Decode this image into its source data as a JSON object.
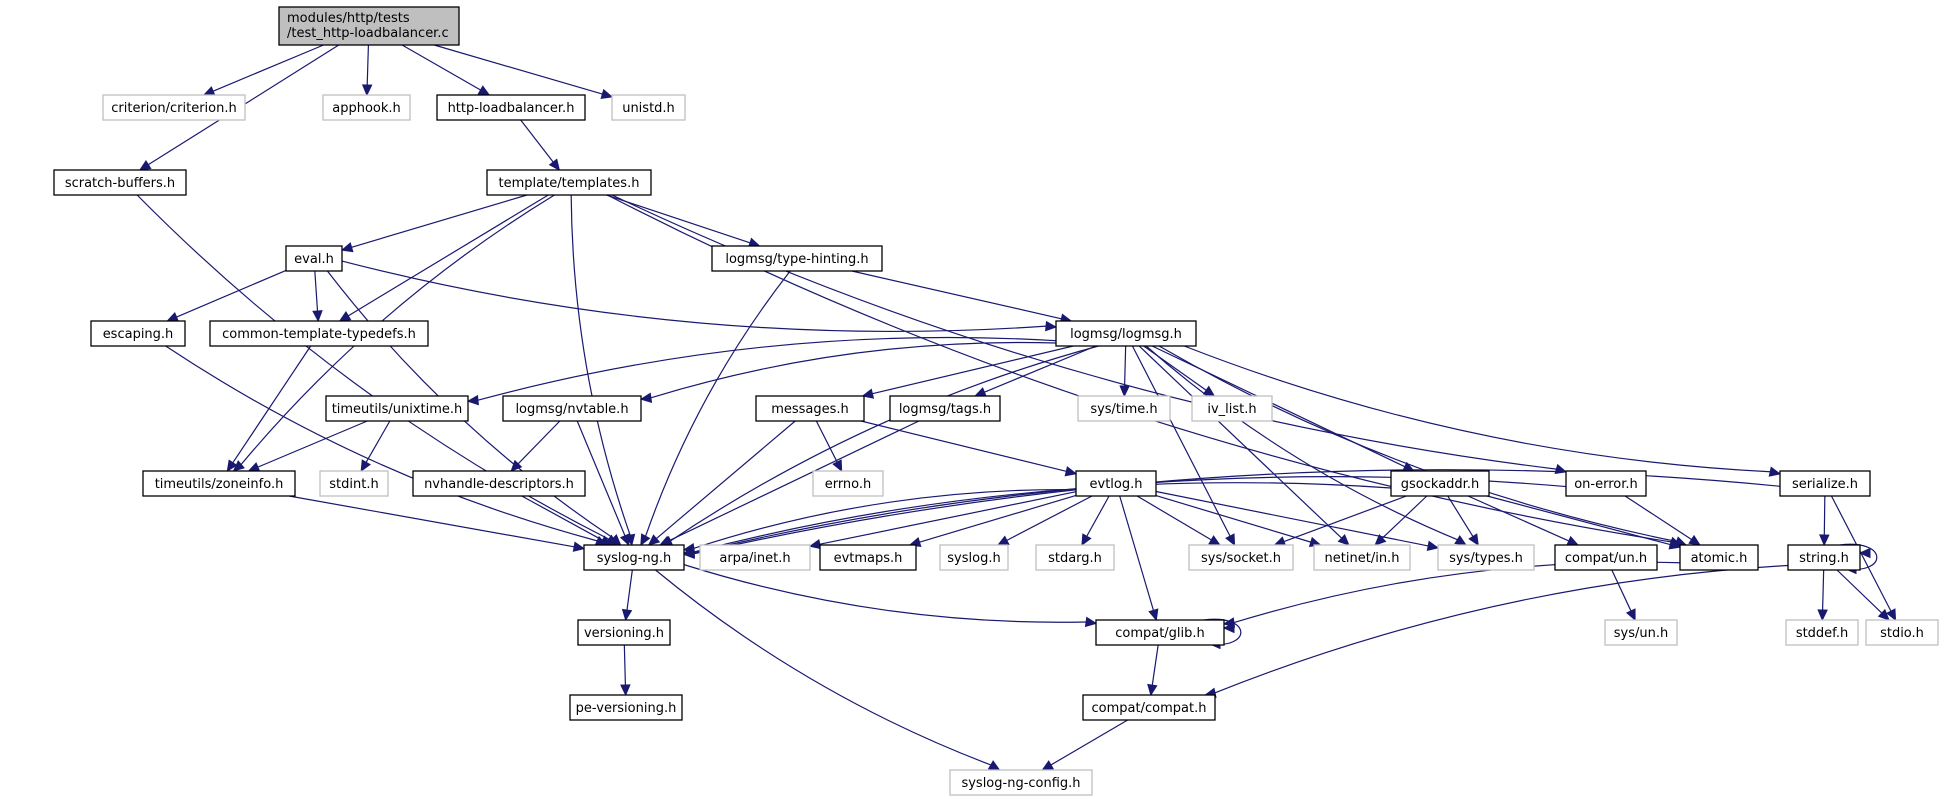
{
  "title": "modules/http/tests/test_http-loadbalancer.c include dependency graph",
  "colors": {
    "edge": "#191970",
    "root_fill": "#bfbfbf",
    "local_border": "#000000",
    "system_border": "#bfbfbf"
  },
  "nodes": [
    {
      "id": "root",
      "label": "modules/http/tests\n/test_http-loadbalancer.c",
      "kind": "root"
    },
    {
      "id": "criterion",
      "label": "criterion/criterion.h",
      "kind": "system"
    },
    {
      "id": "apphook",
      "label": "apphook.h",
      "kind": "system"
    },
    {
      "id": "httplb",
      "label": "http-loadbalancer.h",
      "kind": "local"
    },
    {
      "id": "unistd",
      "label": "unistd.h",
      "kind": "system"
    },
    {
      "id": "scratch",
      "label": "scratch-buffers.h",
      "kind": "local"
    },
    {
      "id": "templates",
      "label": "template/templates.h",
      "kind": "local"
    },
    {
      "id": "eval",
      "label": "eval.h",
      "kind": "local"
    },
    {
      "id": "typehint",
      "label": "logmsg/type-hinting.h",
      "kind": "local"
    },
    {
      "id": "escaping",
      "label": "escaping.h",
      "kind": "local"
    },
    {
      "id": "ctt",
      "label": "common-template-typedefs.h",
      "kind": "local"
    },
    {
      "id": "logmsg",
      "label": "logmsg/logmsg.h",
      "kind": "local"
    },
    {
      "id": "unixtime",
      "label": "timeutils/unixtime.h",
      "kind": "local"
    },
    {
      "id": "nvtable",
      "label": "logmsg/nvtable.h",
      "kind": "local"
    },
    {
      "id": "messages",
      "label": "messages.h",
      "kind": "local"
    },
    {
      "id": "tags",
      "label": "logmsg/tags.h",
      "kind": "local"
    },
    {
      "id": "systime",
      "label": "sys/time.h",
      "kind": "system"
    },
    {
      "id": "ivlist",
      "label": "iv_list.h",
      "kind": "system"
    },
    {
      "id": "onerror",
      "label": "on-error.h",
      "kind": "local"
    },
    {
      "id": "serialize",
      "label": "serialize.h",
      "kind": "local"
    },
    {
      "id": "zoneinfo",
      "label": "timeutils/zoneinfo.h",
      "kind": "local"
    },
    {
      "id": "stdint",
      "label": "stdint.h",
      "kind": "system"
    },
    {
      "id": "nvhandle",
      "label": "nvhandle-descriptors.h",
      "kind": "local"
    },
    {
      "id": "errno",
      "label": "errno.h",
      "kind": "system"
    },
    {
      "id": "evtlog",
      "label": "evtlog.h",
      "kind": "local"
    },
    {
      "id": "gsockaddr",
      "label": "gsockaddr.h",
      "kind": "local"
    },
    {
      "id": "syslogng",
      "label": "syslog-ng.h",
      "kind": "local"
    },
    {
      "id": "arpainet",
      "label": "arpa/inet.h",
      "kind": "system"
    },
    {
      "id": "evtmaps",
      "label": "evtmaps.h",
      "kind": "local"
    },
    {
      "id": "syslogh",
      "label": "syslog.h",
      "kind": "system"
    },
    {
      "id": "stdarg",
      "label": "stdarg.h",
      "kind": "system"
    },
    {
      "id": "syssocket",
      "label": "sys/socket.h",
      "kind": "system"
    },
    {
      "id": "netinet",
      "label": "netinet/in.h",
      "kind": "system"
    },
    {
      "id": "systypes",
      "label": "sys/types.h",
      "kind": "system"
    },
    {
      "id": "compatun",
      "label": "compat/un.h",
      "kind": "local"
    },
    {
      "id": "atomic",
      "label": "atomic.h",
      "kind": "local"
    },
    {
      "id": "string",
      "label": "string.h",
      "kind": "local"
    },
    {
      "id": "versioning",
      "label": "versioning.h",
      "kind": "local"
    },
    {
      "id": "glib",
      "label": "compat/glib.h",
      "kind": "local"
    },
    {
      "id": "sysun",
      "label": "sys/un.h",
      "kind": "system"
    },
    {
      "id": "stddef",
      "label": "stddef.h",
      "kind": "system"
    },
    {
      "id": "stdio",
      "label": "stdio.h",
      "kind": "system"
    },
    {
      "id": "peversioning",
      "label": "pe-versioning.h",
      "kind": "local"
    },
    {
      "id": "compat",
      "label": "compat/compat.h",
      "kind": "local"
    },
    {
      "id": "config",
      "label": "syslog-ng-config.h",
      "kind": "system"
    }
  ],
  "edges": [
    [
      "root",
      "criterion"
    ],
    [
      "root",
      "apphook"
    ],
    [
      "root",
      "httplb"
    ],
    [
      "root",
      "unistd"
    ],
    [
      "root",
      "scratch"
    ],
    [
      "httplb",
      "templates"
    ],
    [
      "scratch",
      "syslogng"
    ],
    [
      "templates",
      "eval"
    ],
    [
      "templates",
      "ctt"
    ],
    [
      "templates",
      "zoneinfo"
    ],
    [
      "templates",
      "syslogng"
    ],
    [
      "templates",
      "typehint"
    ],
    [
      "templates",
      "onerror"
    ],
    [
      "templates",
      "atomic"
    ],
    [
      "eval",
      "escaping"
    ],
    [
      "eval",
      "ctt"
    ],
    [
      "eval",
      "syslogng"
    ],
    [
      "eval",
      "logmsg"
    ],
    [
      "typehint",
      "logmsg"
    ],
    [
      "typehint",
      "syslogng"
    ],
    [
      "escaping",
      "syslogng"
    ],
    [
      "ctt",
      "zoneinfo"
    ],
    [
      "logmsg",
      "unixtime"
    ],
    [
      "logmsg",
      "nvtable"
    ],
    [
      "logmsg",
      "messages"
    ],
    [
      "logmsg",
      "tags"
    ],
    [
      "logmsg",
      "systime"
    ],
    [
      "logmsg",
      "ivlist"
    ],
    [
      "logmsg",
      "syslogng"
    ],
    [
      "logmsg",
      "gsockaddr"
    ],
    [
      "logmsg",
      "syssocket"
    ],
    [
      "logmsg",
      "netinet"
    ],
    [
      "logmsg",
      "systypes"
    ],
    [
      "logmsg",
      "atomic"
    ],
    [
      "logmsg",
      "serialize"
    ],
    [
      "unixtime",
      "zoneinfo"
    ],
    [
      "unixtime",
      "stdint"
    ],
    [
      "zoneinfo",
      "syslogng"
    ],
    [
      "nvtable",
      "nvhandle"
    ],
    [
      "nvtable",
      "syslogng"
    ],
    [
      "nvhandle",
      "syslogng"
    ],
    [
      "messages",
      "errno"
    ],
    [
      "messages",
      "syslogng"
    ],
    [
      "messages",
      "evtlog"
    ],
    [
      "tags",
      "syslogng"
    ],
    [
      "evtlog",
      "syslogng"
    ],
    [
      "evtlog",
      "arpainet"
    ],
    [
      "evtlog",
      "evtmaps"
    ],
    [
      "evtlog",
      "syslogh"
    ],
    [
      "evtlog",
      "stdarg"
    ],
    [
      "evtlog",
      "syssocket"
    ],
    [
      "evtlog",
      "netinet"
    ],
    [
      "evtlog",
      "systypes"
    ],
    [
      "evtlog",
      "glib"
    ],
    [
      "gsockaddr",
      "syslogng"
    ],
    [
      "gsockaddr",
      "syssocket"
    ],
    [
      "gsockaddr",
      "netinet"
    ],
    [
      "gsockaddr",
      "systypes"
    ],
    [
      "gsockaddr",
      "compatun"
    ],
    [
      "gsockaddr",
      "atomic"
    ],
    [
      "onerror",
      "syslogng"
    ],
    [
      "onerror",
      "atomic"
    ],
    [
      "serialize",
      "syslogng"
    ],
    [
      "serialize",
      "string"
    ],
    [
      "serialize",
      "stdio"
    ],
    [
      "syslogng",
      "versioning"
    ],
    [
      "syslogng",
      "glib"
    ],
    [
      "syslogng",
      "config"
    ],
    [
      "versioning",
      "peversioning"
    ],
    [
      "compatun",
      "sysun"
    ],
    [
      "atomic",
      "glib"
    ],
    [
      "string",
      "string"
    ],
    [
      "string",
      "stddef"
    ],
    [
      "string",
      "stdio"
    ],
    [
      "string",
      "compat"
    ],
    [
      "glib",
      "glib"
    ],
    [
      "glib",
      "compat"
    ],
    [
      "compat",
      "config"
    ]
  ]
}
